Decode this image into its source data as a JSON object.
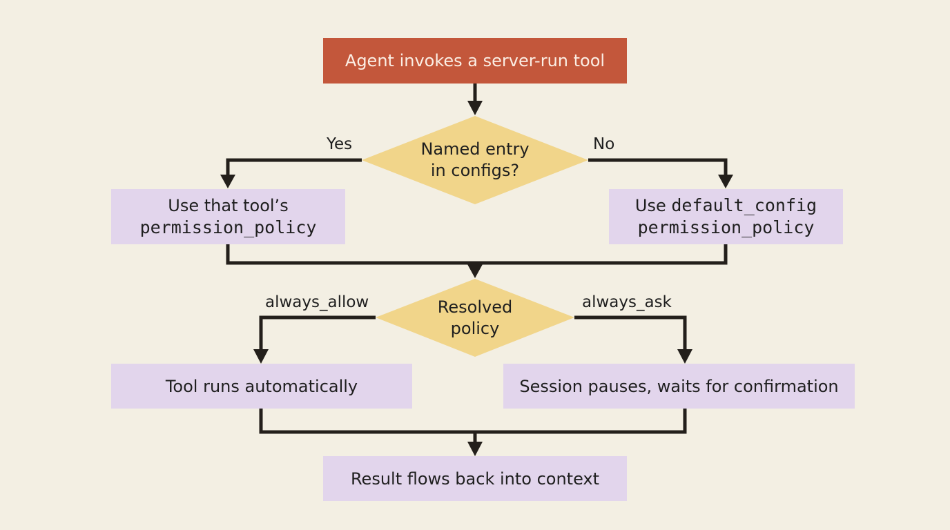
{
  "start": {
    "label": "Agent invokes a server-run tool"
  },
  "decision1": {
    "line1": "Named entry",
    "line2": "in configs?",
    "yes_label": "Yes",
    "no_label": "No"
  },
  "use_tool": {
    "line1": "Use that tool’s",
    "line2": "permission_policy"
  },
  "use_default": {
    "line1_prefix": "Use ",
    "line1_code": "default_config",
    "line2": "permission_policy"
  },
  "decision2": {
    "line1": "Resolved",
    "line2": "policy",
    "allow_label": "always_allow",
    "ask_label": "always_ask"
  },
  "auto": {
    "label": "Tool runs automatically"
  },
  "pause": {
    "label": "Session pauses, waits for confirmation"
  },
  "result": {
    "label": "Result flows back into context"
  },
  "colors": {
    "background": "#f3efe3",
    "start_fill": "#c3573b",
    "decision_fill": "#f1d58a",
    "process_fill": "#e2d5ec",
    "connector": "#231f1b"
  }
}
